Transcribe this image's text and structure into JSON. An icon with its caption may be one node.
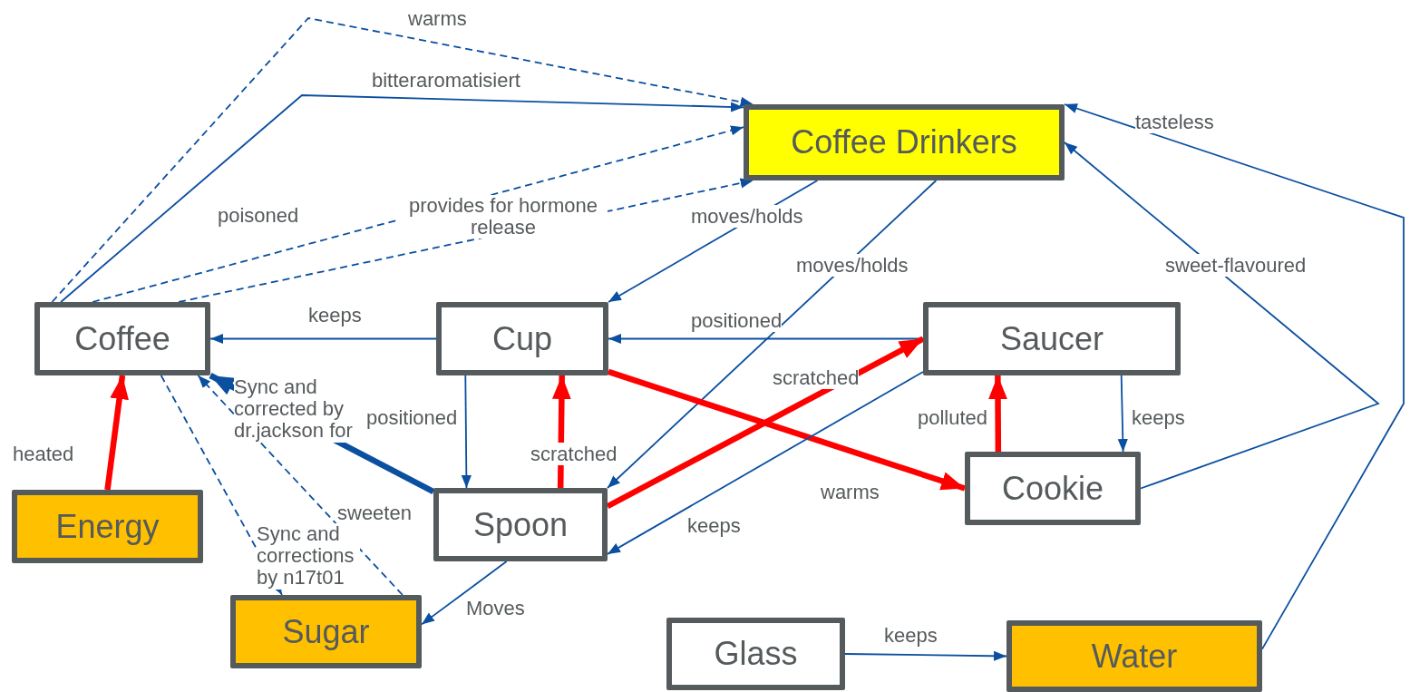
{
  "diagram": {
    "nodes": [
      {
        "text": [
          "Coffee Drinkers"
        ]
      },
      {
        "text": [
          "Coffee"
        ]
      },
      {
        "text": [
          "Cup"
        ]
      },
      {
        "text": [
          "Saucer"
        ]
      },
      {
        "text": [
          "Energy"
        ]
      },
      {
        "text": [
          "Spoon"
        ]
      },
      {
        "text": [
          "Cookie"
        ]
      },
      {
        "text": [
          "Sugar"
        ]
      },
      {
        "text": [
          "Glass"
        ]
      },
      {
        "text": [
          "Water"
        ]
      }
    ],
    "edges": [
      {
        "from": 1,
        "to": 0,
        "arrow": "to",
        "label": "warms",
        "style": "dashed"
      },
      {
        "from": 1,
        "to": 0,
        "arrow": "to",
        "label": "bitteraromatisiert"
      },
      {
        "from": 1,
        "to": 0,
        "arrow": "to",
        "label": "poisoned",
        "style": "dashed"
      },
      {
        "from": 1,
        "to": 0,
        "arrow": "to",
        "label": "provides for hormone release",
        "style": "dashed"
      },
      {
        "from": 0,
        "to": 2,
        "arrow": "to",
        "label": "moves/holds"
      },
      {
        "from": 0,
        "to": 5,
        "arrow": "to",
        "label": "moves/holds"
      },
      {
        "from": 9,
        "to": 0,
        "arrow": "to",
        "label": "tasteless"
      },
      {
        "from": 6,
        "to": 0,
        "arrow": "to",
        "label": "sweet-flavoured"
      },
      {
        "from": 2,
        "to": 1,
        "arrow": "to",
        "label": "keeps"
      },
      {
        "from": 3,
        "to": 2,
        "arrow": "to",
        "label": "positioned"
      },
      {
        "from": 2,
        "to": 5,
        "arrow": "to",
        "label": "positioned"
      },
      {
        "from": 5,
        "to": 1,
        "arrow": "to",
        "label": "Sync and corrected by dr.jackson for",
        "style": "thick"
      },
      {
        "from": 4,
        "to": 1,
        "arrow": "to",
        "label": "heated",
        "style": "thick",
        "color": "#ff0000"
      },
      {
        "from": 5,
        "to": 2,
        "arrow": "to",
        "label": "scratched",
        "style": "thick",
        "color": "#ff0000"
      },
      {
        "from": 5,
        "to": 3,
        "arrow": "to",
        "label": "scratched",
        "style": "thick",
        "color": "#ff0000"
      },
      {
        "from": 2,
        "to": 6,
        "arrow": "to",
        "label": "warms",
        "style": "thick",
        "color": "#ff0000"
      },
      {
        "from": 6,
        "to": 3,
        "arrow": "to",
        "label": "polluted",
        "style": "thick",
        "color": "#ff0000"
      },
      {
        "from": 3,
        "to": 6,
        "arrow": "to",
        "label": "keeps"
      },
      {
        "from": 3,
        "to": 5,
        "arrow": "to",
        "label": "keeps"
      },
      {
        "from": 5,
        "to": 7,
        "arrow": "to",
        "label": "Moves"
      },
      {
        "from": 1,
        "to": 7,
        "arrow": "to",
        "label": "Sync and corrections by n17t01",
        "style": "dashed"
      },
      {
        "from": 7,
        "to": 1,
        "arrow": "to",
        "label": "sweeten",
        "style": "dashed"
      },
      {
        "from": 8,
        "to": 9,
        "arrow": "to",
        "label": "keeps"
      }
    ]
  }
}
